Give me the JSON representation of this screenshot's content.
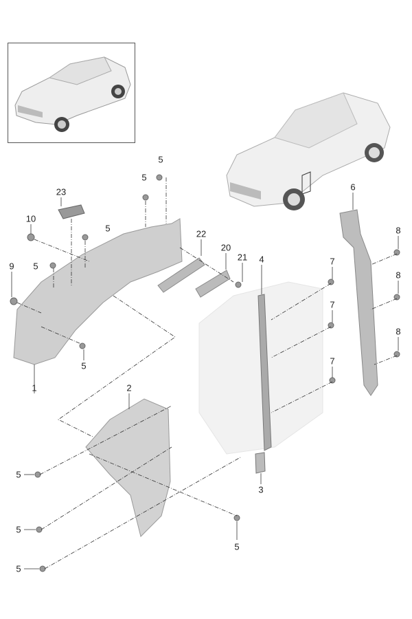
{
  "diagram": {
    "inset_title": "",
    "callouts": [
      "5",
      "5",
      "23",
      "10",
      "5",
      "22",
      "20",
      "21",
      "4",
      "7",
      "6",
      "8",
      "8",
      "8",
      "9",
      "5",
      "7",
      "7",
      "5",
      "1",
      "2",
      "5",
      "3",
      "5",
      "5",
      "5"
    ]
  }
}
